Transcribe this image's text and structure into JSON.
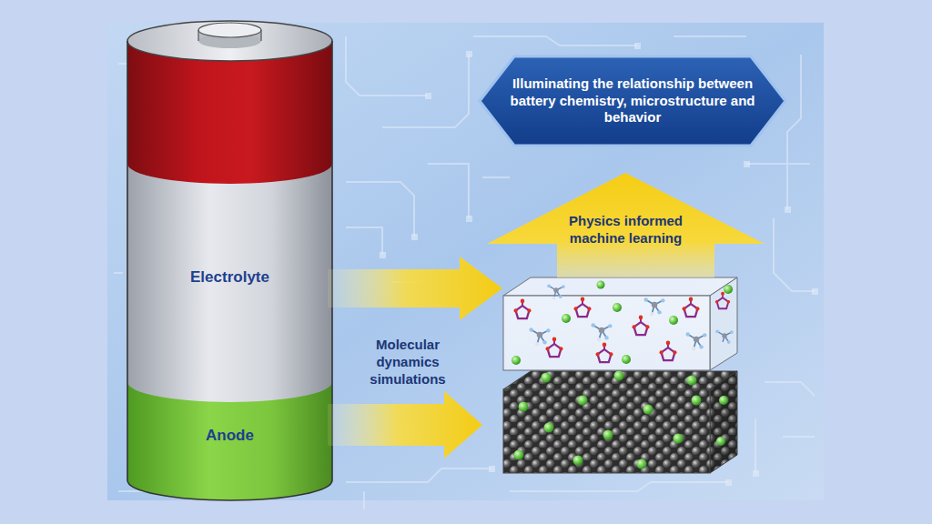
{
  "diagram": {
    "nodes": [
      {
        "text": [
          "Illuminating the relationship between battery chemistry, microstructure and behavior"
        ]
      },
      {
        "text": [
          "Physics informed machine learning"
        ]
      },
      {
        "text": [
          "Electrolyte"
        ]
      },
      {
        "text": [
          "Anode"
        ]
      }
    ],
    "labels": [
      "Molecular dynamics simulations"
    ]
  }
}
